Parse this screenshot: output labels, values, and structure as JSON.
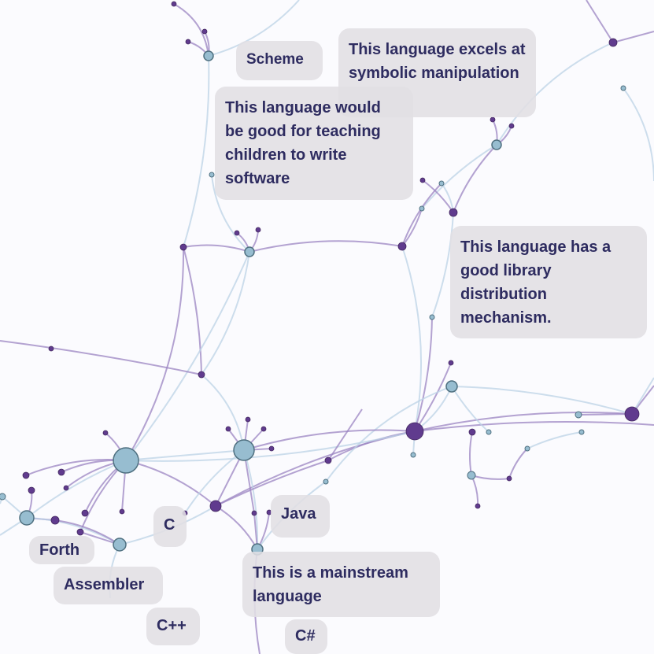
{
  "colors": {
    "background": "#fbfbfe",
    "node_light": "#97bdd0",
    "node_dark": "#603b8e",
    "edge_light": "#bcd3e6",
    "edge_dark": "#9b84c2",
    "label_bg": "#e1dfe4",
    "label_text": "#2e2c60"
  },
  "labels": {
    "symbolic": "This language excels at symbolic manipulation",
    "children": "This language would be good for teaching children to write software",
    "scheme": "Scheme",
    "library": "This language has a good library distribution mechanism.",
    "mainstream": "This is a mainstream language",
    "java": "Java",
    "c": "C",
    "forth": "Forth",
    "assembler": "Assembler",
    "cpp": "C++",
    "csharp": "C#"
  }
}
